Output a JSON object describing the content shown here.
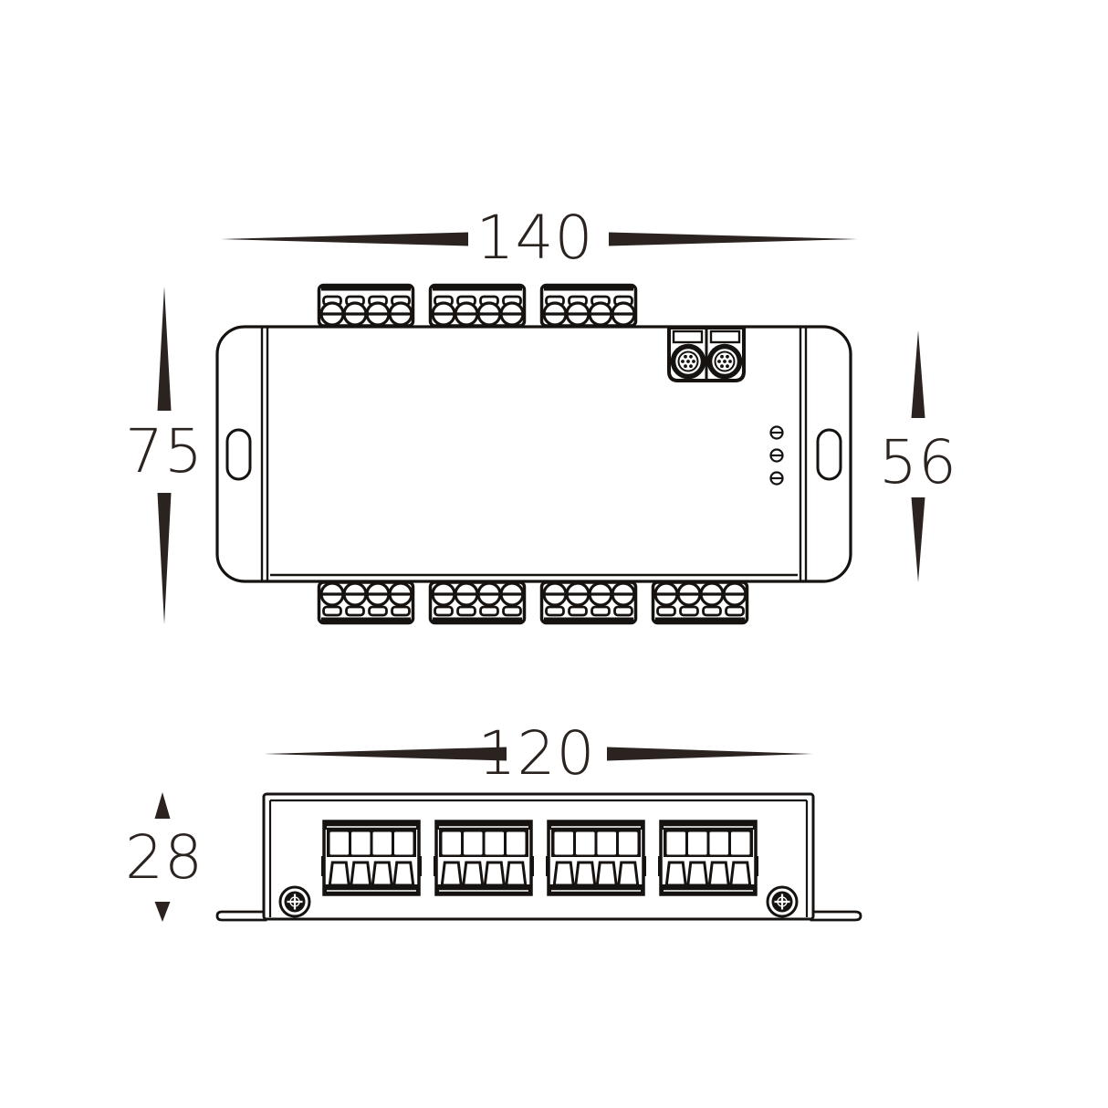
{
  "meta": {
    "drawing_type": "technical-dimension-drawing",
    "views": [
      "top-view",
      "front-view"
    ],
    "units": "mm"
  },
  "colors": {
    "background": "#ffffff",
    "line": "#161210",
    "dimension": "#2b2320"
  },
  "dimensions": {
    "overall_width": "140",
    "overall_depth": "75",
    "body_depth": "56",
    "front_width": "120",
    "front_height": "28"
  },
  "top_view": {
    "terminal_blocks_top": 3,
    "terminal_blocks_bottom": 4,
    "screws_per_block": 4,
    "mounting_slots": 2,
    "round_connectors": 2,
    "indicator_dots": 3
  },
  "front_view": {
    "terminal_blocks": 4,
    "positions_per_block": 4,
    "corner_screws": 2,
    "mounting_tabs": 2
  }
}
